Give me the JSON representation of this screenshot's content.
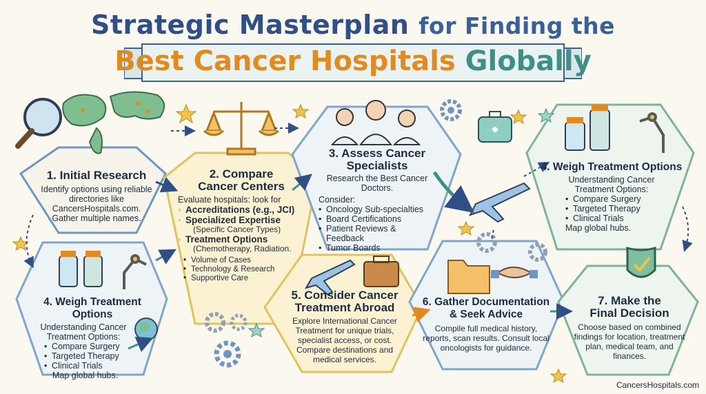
{
  "title": {
    "line1_a": "Strategic Masterplan",
    "line1_b": "for Finding the",
    "line2_a": "Best Cancer Hospitals",
    "line2_b": "Globally"
  },
  "steps": {
    "s1": {
      "heading": "1. Initial Research",
      "body": "Identify options using reliable directories like CancersHospitals.com. Gather multiple names."
    },
    "s2": {
      "heading_1": "2. Compare",
      "heading_2": "Cancer Centers",
      "intro": "Evaluate hospitals: look for",
      "items": [
        {
          "label": "Accreditations (e.g., JCI)"
        },
        {
          "label": "Specialized Expertise",
          "sub": "(Specific Cancer Types)"
        },
        {
          "label": "Treatment Options",
          "sub": "(Chemotherapy, Radiation."
        }
      ],
      "minor": [
        "Volume of Cases",
        "Technology & Research",
        "Supportive Care"
      ]
    },
    "s3": {
      "heading_1": "3. Assess Cancer",
      "heading_2": "Specialists",
      "intro": "Research the Best Cancer Doctors.",
      "consider": "Consider:",
      "items": [
        "Oncology Sub-specialties",
        "Board Certifications",
        "Patient Reviews & Feedback",
        "Tumor Boards"
      ]
    },
    "s4_top": {
      "heading": "4. Weigh Treatment Options",
      "intro": "Understanding Cancer Treatment Options:",
      "items": [
        "Compare Surgery",
        "Targeted Therapy",
        "Clinical Trials"
      ],
      "outro": "Map global hubs."
    },
    "s4_bottom": {
      "heading": "4. Weigh Treatment Options",
      "intro": "Understanding Cancer Treatment Options:",
      "items": [
        "Compare Surgery",
        "Targeted Therapy",
        "Clinical Trials"
      ],
      "outro": "Map global hubs."
    },
    "s5": {
      "heading_1": "5. Consider Cancer",
      "heading_2": "Treatment Abroad",
      "body": "Explore International Cancer Treatment for unique trials, specialist access, or cost. Compare destinations and medical services."
    },
    "s6": {
      "heading_1": "6. Gather Documentation",
      "heading_2": "& Seek Advice",
      "body": "Compile full medical history, reports, scan results. Consult local oncologists for guidance."
    },
    "s7": {
      "heading_1": "7. Make the",
      "heading_2": "Final Decision",
      "body": "Choose based on combined findings for location, treatment plan, medical team, and finances."
    }
  },
  "footer": "CancersHospitals.com",
  "icons": [
    "magnifier-icon",
    "world-map-icon",
    "scales-icon",
    "doctors-icon",
    "medical-kit-icon",
    "vials-icon",
    "robot-arm-icon",
    "airplane-icon",
    "suitcase-icon",
    "folder-icon",
    "handshake-icon",
    "shield-check-icon",
    "gear-icon",
    "star-icon",
    "globe-icon"
  ],
  "colors": {
    "title_blue": "#2f4f86",
    "title_orange": "#e38a1f",
    "title_teal": "#3e8f86",
    "hex_blue": "#8fb3d9",
    "hex_yellow": "#f1d88a"
  }
}
